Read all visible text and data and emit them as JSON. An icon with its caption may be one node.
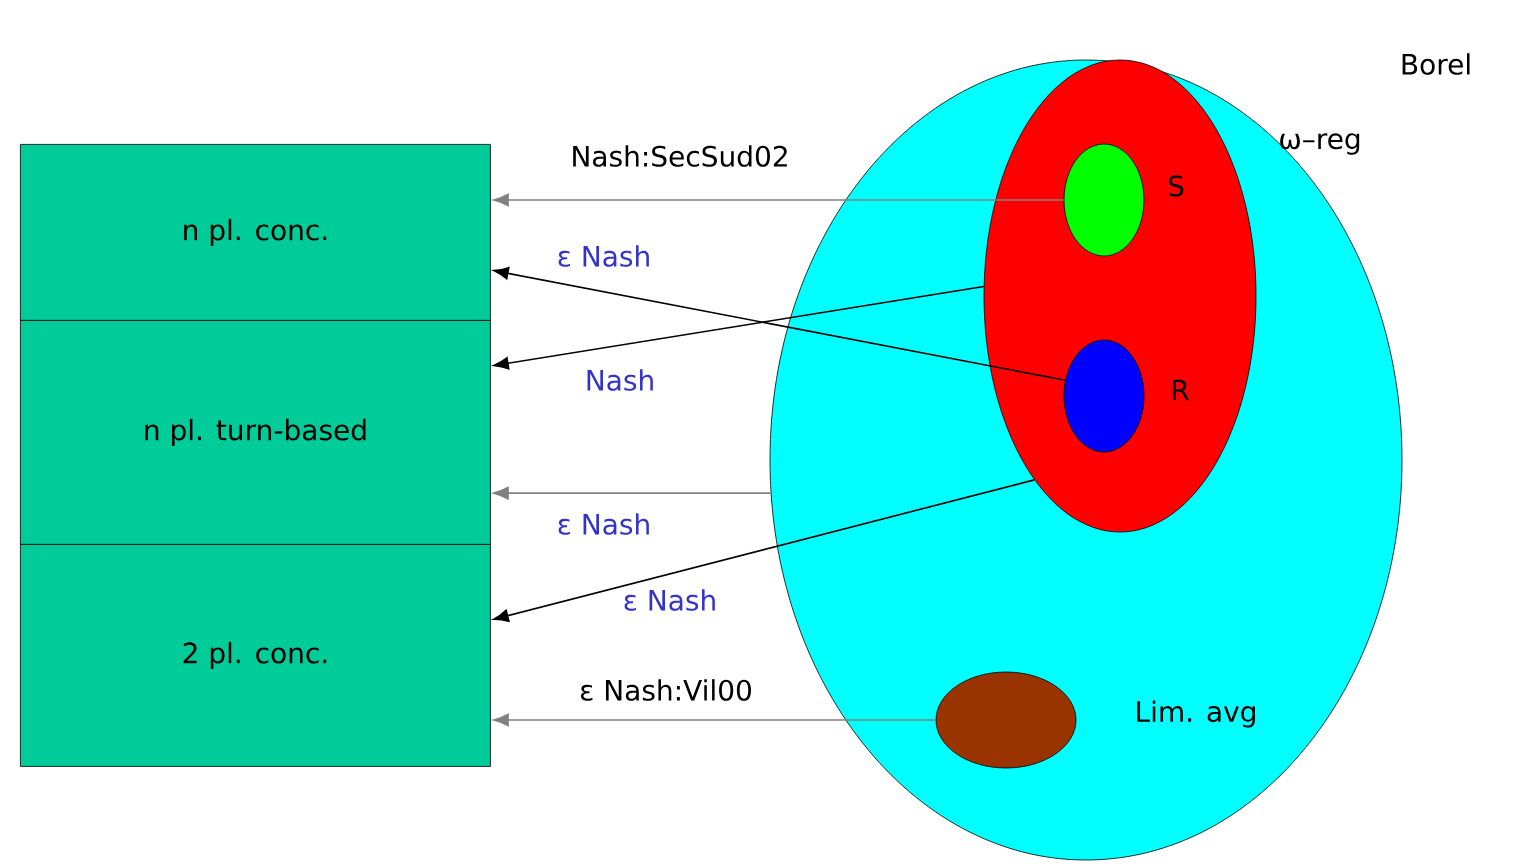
{
  "diagram": {
    "nodes": [
      {
        "text": [
          "n pl. conc."
        ]
      },
      {
        "text": [
          "n pl. turn-based"
        ]
      },
      {
        "text": [
          "2 pl. conc."
        ]
      },
      {
        "text": [
          "Borel"
        ]
      },
      {
        "text": [
          "ω–reg"
        ],
        "in": 3
      },
      {
        "text": [
          "S"
        ],
        "in": 4
      },
      {
        "text": [
          "R"
        ],
        "in": 4
      },
      {
        "text": [
          "Lim. avg"
        ],
        "in": 3
      }
    ],
    "edges": [
      {
        "from": 5,
        "to": 0,
        "arrow": "to",
        "label": "Nash:SecSud02",
        "color": "#808080"
      },
      {
        "from": 6,
        "to": 0,
        "arrow": "to",
        "label": "ε Nash",
        "color": "#000000"
      },
      {
        "from": 4,
        "to": 1,
        "arrow": "to",
        "label": "Nash",
        "color": "#000000"
      },
      {
        "from": 3,
        "to": 1,
        "arrow": "to",
        "label": "ε Nash",
        "color": "#808080"
      },
      {
        "from": 4,
        "to": 2,
        "arrow": "to",
        "label": "ε Nash",
        "color": "#000000"
      },
      {
        "from": 7,
        "to": 2,
        "arrow": "to",
        "label": "ε Nash:Vil00",
        "color": "#808080"
      }
    ]
  }
}
